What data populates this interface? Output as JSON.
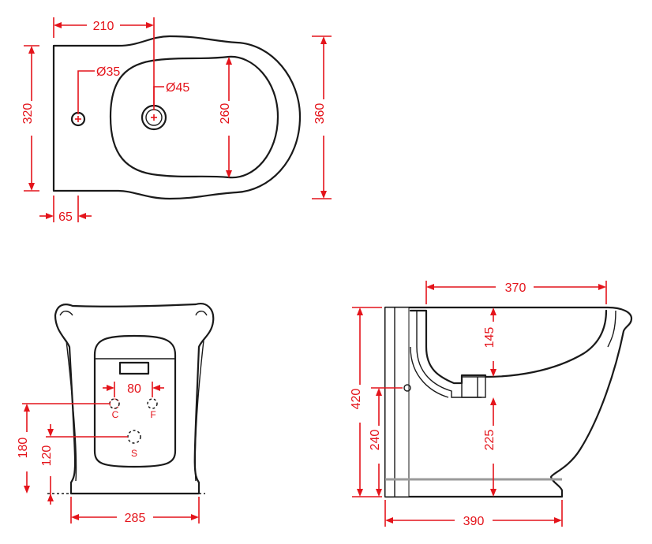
{
  "top_view": {
    "width_210": "210",
    "dia_35": "Ø35",
    "dia_45": "Ø45",
    "height_320": "320",
    "height_260": "260",
    "height_360": "360",
    "offset_65": "65"
  },
  "front_view": {
    "spacing_80": "80",
    "height_180": "180",
    "height_120": "120",
    "width_285": "285",
    "label_c": "C",
    "label_f": "F",
    "label_s": "S"
  },
  "side_view": {
    "width_370": "370",
    "depth_145": "145",
    "height_420": "420",
    "height_240": "240",
    "height_225": "225",
    "width_390": "390"
  },
  "colors": {
    "dimension": "#e4141b",
    "outline": "#1a1a1a"
  }
}
